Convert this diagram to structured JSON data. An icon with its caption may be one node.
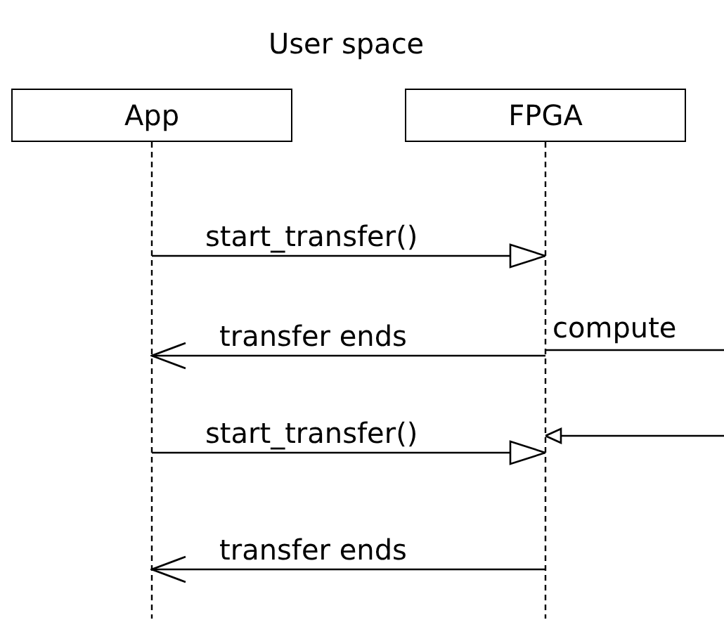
{
  "diagram": {
    "title": "User space",
    "nodes": [
      {
        "text": [
          "App"
        ]
      },
      {
        "text": [
          "FPGA"
        ]
      }
    ],
    "edges": [
      {
        "from": 0,
        "to": 1,
        "arrow": "to",
        "label": "start_transfer()"
      },
      {
        "from": 1,
        "to": 0,
        "arrow": "to",
        "label": "transfer ends"
      },
      {
        "from": null,
        "to": 1,
        "arrow": "none",
        "label": "compute"
      },
      {
        "from": 0,
        "to": 1,
        "arrow": "to",
        "label": "start_transfer()"
      },
      {
        "from": null,
        "to": 1,
        "arrow": "to"
      },
      {
        "from": 1,
        "to": 0,
        "arrow": "to",
        "label": "transfer ends"
      }
    ]
  }
}
